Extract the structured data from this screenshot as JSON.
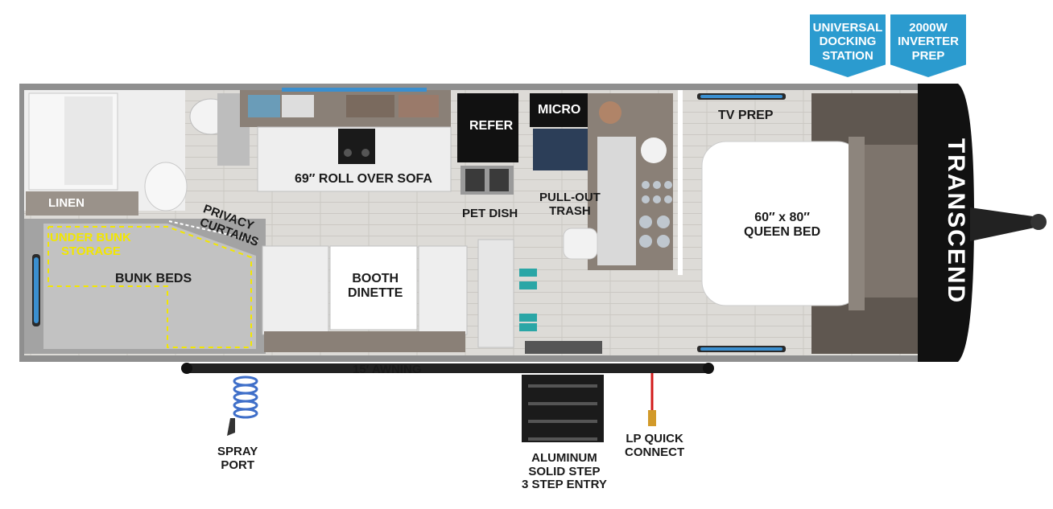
{
  "badges": [
    {
      "lines": [
        "UNIVERSAL",
        "DOCKING",
        "STATION"
      ]
    },
    {
      "lines": [
        "2000W",
        "INVERTER",
        "PREP"
      ]
    }
  ],
  "labels": {
    "tv_prep": "TV PREP",
    "micro": "MICRO",
    "refer": "REFER",
    "sofa": "69″ ROLL OVER SOFA",
    "linen": "LINEN",
    "privacy_curtains_1": "PRIVACY",
    "privacy_curtains_2": "CURTAINS",
    "under_bunk_1": "UNDER BUNK",
    "under_bunk_2": "STORAGE",
    "bunk_beds": "BUNK BEDS",
    "pet_dish": "PET DISH",
    "pull_out_trash_1": "PULL-OUT",
    "pull_out_trash_2": "TRASH",
    "booth_dinette_1": "BOOTH",
    "booth_dinette_2": "DINETTE",
    "queen_bed_1": "60″ x 80″",
    "queen_bed_2": "QUEEN BED",
    "awning": "15′ AWNING",
    "spray_port_1": "SPRAY",
    "spray_port_2": "PORT",
    "step_1": "ALUMINUM",
    "step_2": "SOLID STEP",
    "step_3": "3 STEP ENTRY",
    "lp_1": "LP QUICK",
    "lp_2": "CONNECT"
  },
  "brand": "TRANSCEND",
  "colors": {
    "badge": "#2b9bcf",
    "floor": "#dcdad6",
    "wall": "#8c8c8c",
    "cabinet": "#7d746c",
    "storage_line": "#f2e600",
    "accent_blue": "#3a8fd0"
  }
}
